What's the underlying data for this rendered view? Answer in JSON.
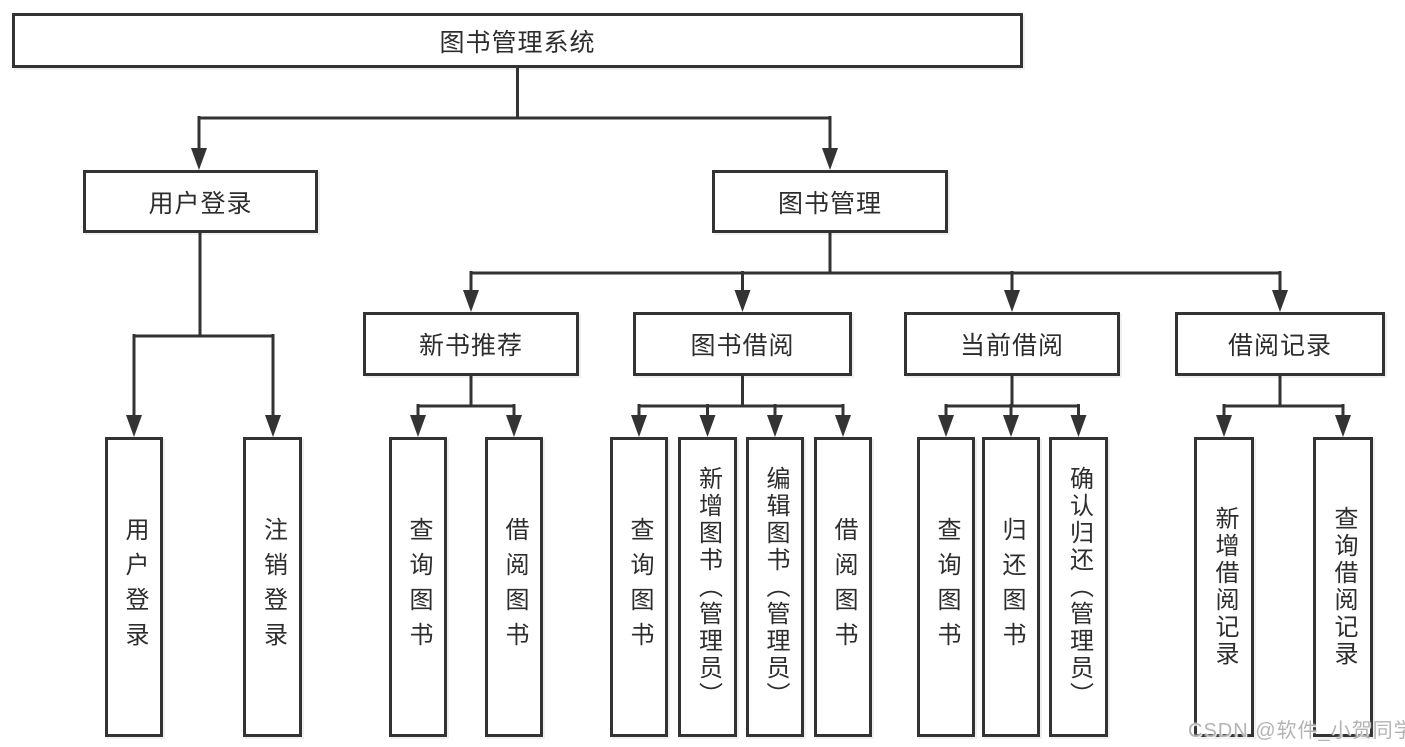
{
  "tree": {
    "label": "图书管理系统",
    "children": [
      {
        "label": "用户登录",
        "children": [
          {
            "label": "用户登录"
          },
          {
            "label": "注销登录"
          }
        ]
      },
      {
        "label": "图书管理",
        "children": [
          {
            "label": "新书推荐",
            "children": [
              {
                "label": "查询图书"
              },
              {
                "label": "借阅图书"
              }
            ]
          },
          {
            "label": "图书借阅",
            "children": [
              {
                "label": "查询图书"
              },
              {
                "label": "新增图书（管理员）"
              },
              {
                "label": "编辑图书（管理员）"
              },
              {
                "label": "借阅图书"
              }
            ]
          },
          {
            "label": "当前借阅",
            "children": [
              {
                "label": "查询图书"
              },
              {
                "label": "归还图书"
              },
              {
                "label": "确认归还（管理员）"
              }
            ]
          },
          {
            "label": "借阅记录",
            "children": [
              {
                "label": "新增借阅记录"
              },
              {
                "label": "查询借阅记录"
              }
            ]
          }
        ]
      }
    ]
  },
  "watermark": "CSDN @软件_小贺同学",
  "colors": {
    "line": "#333333",
    "box_border": "#333333",
    "text": "#2d2d2d",
    "watermark": "#b4b4b4",
    "background": "#ffffff"
  }
}
